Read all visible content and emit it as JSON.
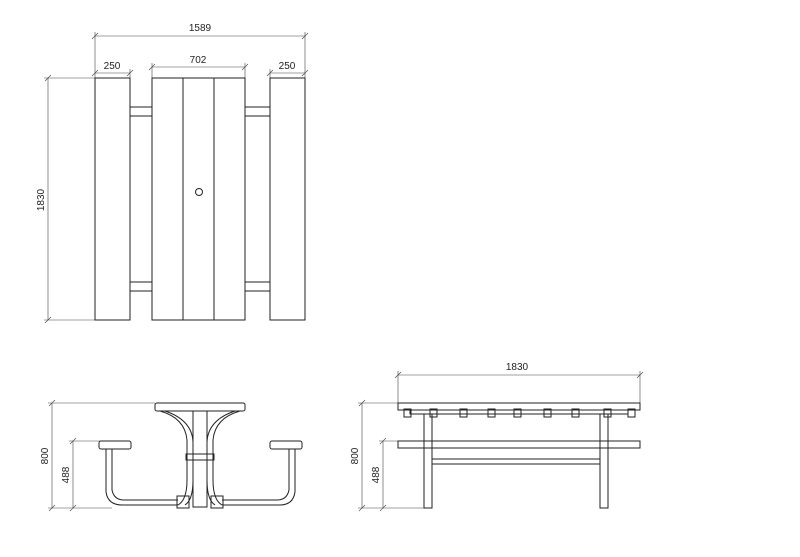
{
  "colors": {
    "line": "#222222",
    "background": "#ffffff"
  },
  "plan_view": {
    "overall_width": "1589",
    "seat_width_left": "250",
    "table_width": "702",
    "seat_width_right": "250",
    "length": "1830"
  },
  "end_view": {
    "table_height": "800",
    "seat_height": "488"
  },
  "side_view": {
    "length": "1830",
    "table_height": "800",
    "seat_height": "488"
  }
}
